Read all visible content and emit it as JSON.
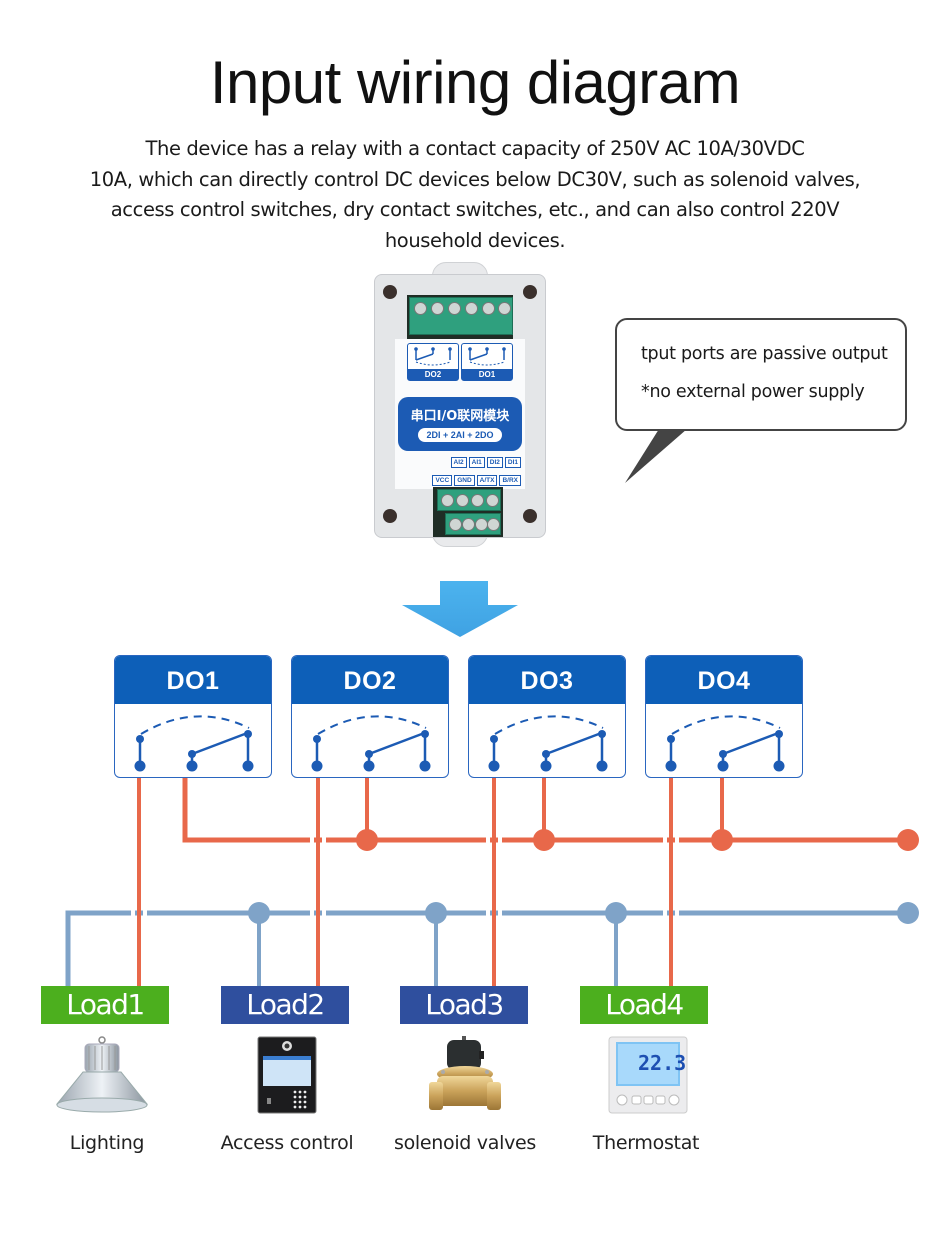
{
  "title": "Input wiring diagram",
  "description": [
    "The device has a relay with a contact capacity of 250V AC 10A/30VDC",
    "10A, which can directly control DC devices below DC30V, such as solenoid valves,",
    "access control switches, dry contact switches, etc., and can also control 220V",
    "household devices."
  ],
  "device": {
    "relay_labels": [
      "DO2",
      "DO1"
    ],
    "name_cn": "串口I/O联网模块",
    "spec": "2DI + 2AI + 2DO",
    "ports_row1": [
      "AI2",
      "AI1",
      "DI2",
      "DI1"
    ],
    "ports_row2": [
      "VCC",
      "GND",
      "A/TX",
      "B/RX"
    ]
  },
  "bubble": {
    "lines": [
      "tput ports are passive output",
      "*no external power supply"
    ]
  },
  "relays": [
    {
      "label": "DO1"
    },
    {
      "label": "DO2"
    },
    {
      "label": "DO3"
    },
    {
      "label": "DO4"
    }
  ],
  "loads": [
    {
      "label": "Load1",
      "caption": "Lighting",
      "color": "#4caf1e",
      "icon": "high-bay-lamp-icon"
    },
    {
      "label": "Load2",
      "caption": "Access control",
      "color": "#2f4f9e",
      "icon": "access-control-panel-icon"
    },
    {
      "label": "Load3",
      "caption": "solenoid valves",
      "color": "#2f4f9e",
      "icon": "solenoid-valve-icon"
    },
    {
      "label": "Load4",
      "caption": "Thermostat",
      "color": "#4caf1e",
      "icon": "thermostat-icon"
    }
  ],
  "thermostat_display": "22.3",
  "colors": {
    "relay_blue": "#0d5fb8",
    "common_wire": "#e8684a",
    "neutral_wire": "#7fa3c8",
    "arrow": "#49aee9"
  }
}
